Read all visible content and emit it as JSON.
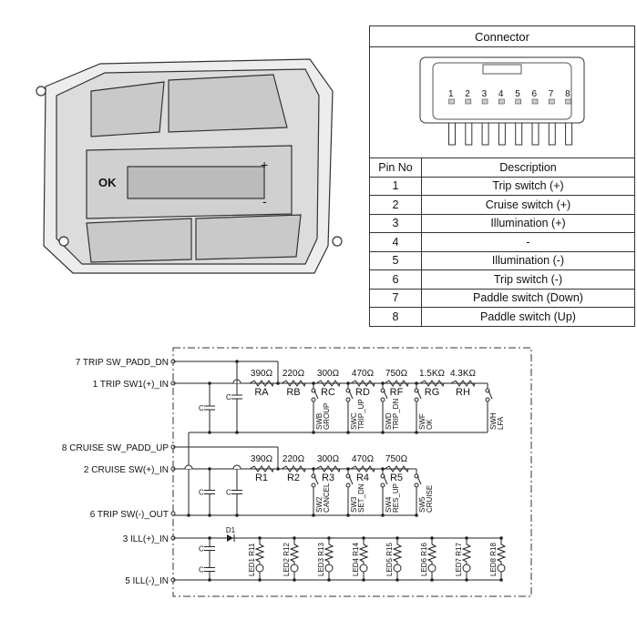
{
  "connector_table": {
    "title": "Connector",
    "pin_numbers_on_drawing": [
      "1",
      "2",
      "3",
      "4",
      "5",
      "6",
      "7",
      "8"
    ],
    "headers": {
      "pin": "Pin No",
      "description": "Description"
    },
    "rows": [
      {
        "pin": "1",
        "description": "Trip switch (+)"
      },
      {
        "pin": "2",
        "description": "Cruise switch (+)"
      },
      {
        "pin": "3",
        "description": "Illumination (+)"
      },
      {
        "pin": "4",
        "description": "-"
      },
      {
        "pin": "5",
        "description": "Illumination (-)"
      },
      {
        "pin": "6",
        "description": "Trip switch (-)"
      },
      {
        "pin": "7",
        "description": "Paddle switch (Down)"
      },
      {
        "pin": "8",
        "description": "Paddle switch (Up)"
      }
    ]
  },
  "switch_panel": {
    "button_labels": [
      "OK",
      "+",
      "-"
    ]
  },
  "schematic": {
    "terminals": [
      "7 TRIP SW_PADD_DN",
      "1 TRIP SW1(+)_IN",
      "8 CRUISE SW_PADD_UP",
      "2 CRUISE SW(+)_IN",
      "6 TRIP SW(-)_OUT",
      "3 ILL(+)_IN",
      "5 ILL(-)_IN"
    ],
    "trip_resistors": [
      {
        "value": "390Ω",
        "name": "RA"
      },
      {
        "value": "220Ω",
        "name": "RB"
      },
      {
        "value": "300Ω",
        "name": "RC"
      },
      {
        "value": "470Ω",
        "name": "RD"
      },
      {
        "value": "750Ω",
        "name": "RF"
      },
      {
        "value": "1.5KΩ",
        "name": "RG"
      },
      {
        "value": "4.3KΩ",
        "name": "RH"
      }
    ],
    "trip_switches": [
      [
        "SWB",
        "GROUP"
      ],
      [
        "SWC",
        "TRIP_UP"
      ],
      [
        "SWD",
        "TRIP_DN"
      ],
      [
        "SWF",
        "OK"
      ],
      [
        "SWH",
        "LFA"
      ]
    ],
    "cruise_resistors": [
      {
        "value": "390Ω",
        "name": "R1"
      },
      {
        "value": "220Ω",
        "name": "R2"
      },
      {
        "value": "300Ω",
        "name": "R3"
      },
      {
        "value": "470Ω",
        "name": "R4"
      },
      {
        "value": "750Ω",
        "name": "R5"
      }
    ],
    "cruise_switches": [
      [
        "SW2",
        "CANCEL"
      ],
      [
        "SW3",
        "SET_DN"
      ],
      [
        "SW4",
        "RES_UP"
      ],
      [
        "SW5",
        "CRUISE"
      ]
    ],
    "capacitor_label": "C",
    "diode_label": "D1",
    "leds": [
      "LED1 R11",
      "LED2 R12",
      "LED3 R13",
      "LED4 R14",
      "LED5 R15",
      "LED6 R16",
      "LED7 R17",
      "LED8 R18"
    ]
  }
}
